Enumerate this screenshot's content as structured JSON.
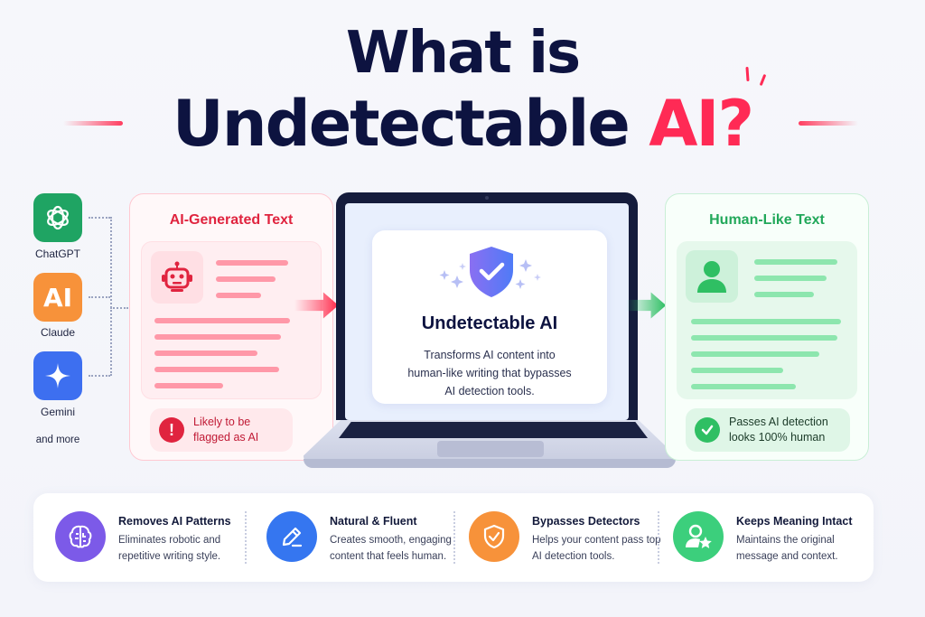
{
  "title": {
    "line1": "What is",
    "line2_main": "Undetectable ",
    "line2_accent": "AI?"
  },
  "sources": [
    {
      "label": "ChatGPT",
      "icon": "openai-knot-icon",
      "color": "#1fa463"
    },
    {
      "label": "Claude",
      "icon": "ai-text-icon",
      "glyph": "AI",
      "color": "#f7923a"
    },
    {
      "label": "Gemini",
      "icon": "sparkle-star-icon",
      "color": "#3d6ff0"
    }
  ],
  "sources_more": "and more",
  "ai_card": {
    "title": "AI-Generated Text",
    "title_color": "#e0243f",
    "badge_line1": "Likely to be",
    "badge_line2": "flagged as AI",
    "badge_icon": "exclamation-icon"
  },
  "center": {
    "title": "Undetectable AI",
    "description_line1": "Transforms AI content into",
    "description_line2": "human-like writing that bypasses",
    "description_line3": "AI detection tools.",
    "icon": "shield-check-icon"
  },
  "human_card": {
    "title": "Human-Like Text",
    "title_color": "#22a85a",
    "badge_line1": "Passes AI detection",
    "badge_line2": "looks 100% human",
    "badge_icon": "check-icon"
  },
  "features": [
    {
      "title": "Removes AI Patterns",
      "line1": "Eliminates robotic and",
      "line2": "repetitive writing style.",
      "icon": "brain-icon",
      "color": "#7c5ae8"
    },
    {
      "title": "Natural & Fluent",
      "line1": "Creates smooth, engaging",
      "line2": "content that feels human.",
      "icon": "pencil-icon",
      "color": "#3576f0"
    },
    {
      "title": "Bypasses Detectors",
      "line1": "Helps your content pass top",
      "line2": "AI detection tools.",
      "icon": "shield-check-icon",
      "color": "#f7923a"
    },
    {
      "title": "Keeps Meaning Intact",
      "line1": "Maintains the original",
      "line2": "message and context.",
      "icon": "user-star-icon",
      "color": "#3ccf7c"
    }
  ]
}
